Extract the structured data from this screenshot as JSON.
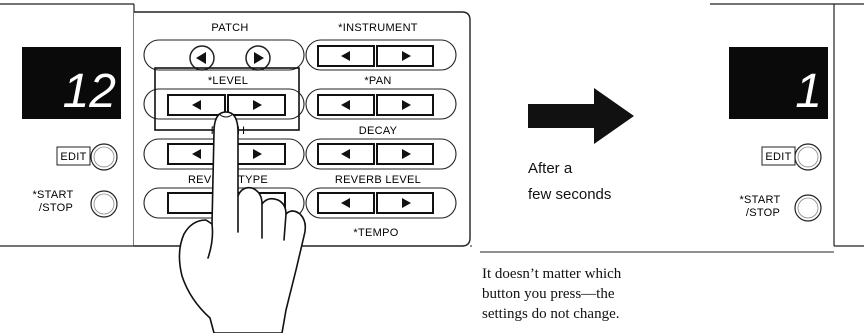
{
  "left_panel": {
    "display_value": "12",
    "edit_label": "EDIT",
    "start_label_1": "*START",
    "start_label_2": "/STOP"
  },
  "center_panel": {
    "groups": [
      {
        "label": "PATCH"
      },
      {
        "label": "*INSTRUMENT"
      },
      {
        "label": "*LEVEL"
      },
      {
        "label": "*PAN"
      },
      {
        "label": "PITCH"
      },
      {
        "label": "DECAY"
      },
      {
        "label": "REVERB TYPE"
      },
      {
        "label": "REVERB LEVEL"
      }
    ],
    "tempo_label": "*TEMPO"
  },
  "arrow_caption": {
    "line1": "After a",
    "line2": "few seconds"
  },
  "right_panel": {
    "display_value": "1",
    "edit_label": "EDIT",
    "start_label_1": "*START",
    "start_label_2": "/STOP"
  },
  "note": {
    "line1": "It doesn’t matter which",
    "line2": "button you press—the",
    "line3": "settings do not change."
  },
  "icons": [
    "left-arrow-icon",
    "right-arrow-icon",
    "pointing-hand-icon",
    "large-right-arrow-icon"
  ]
}
